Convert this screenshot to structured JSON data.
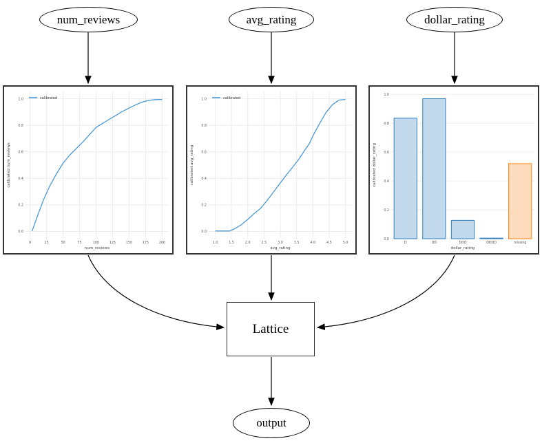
{
  "diagram": {
    "nodes": {
      "num_reviews": {
        "label": "num_reviews"
      },
      "avg_rating": {
        "label": "avg_rating"
      },
      "dollar_rating": {
        "label": "dollar_rating"
      },
      "lattice": {
        "label": "Lattice"
      },
      "output": {
        "label": "output"
      }
    }
  },
  "colors": {
    "line_blue": "#4a98d4",
    "bar_blue_fill": "#c3d9ec",
    "bar_blue_edge": "#2e7ebc",
    "bar_orange_fill": "#fddcbd",
    "bar_orange_edge": "#ff860d",
    "grid": "#ededed",
    "tick_text": "#555555",
    "axis_text": "#444444",
    "edge_black": "#000000"
  },
  "chart_data": [
    {
      "id": "calibration-num-reviews",
      "type": "line",
      "legend_label": "calibrated",
      "xlabel": "num_reviews",
      "ylabel": "calibrated num_reviews",
      "xlim": [
        -7,
        210
      ],
      "ylim": [
        -0.055,
        1.055
      ],
      "xticks": [
        0,
        25,
        50,
        75,
        100,
        125,
        150,
        175,
        200
      ],
      "xtick_labels": [
        "0",
        "25",
        "50",
        "75",
        "100",
        "125",
        "150",
        "175",
        "200"
      ],
      "yticks": [
        0.0,
        0.2,
        0.4,
        0.6,
        0.8,
        1.0
      ],
      "ytick_labels": [
        "0.0",
        "0.2",
        "0.4",
        "0.6",
        "0.8",
        "1.0"
      ],
      "x": [
        3,
        10,
        20,
        30,
        40,
        50,
        60,
        70,
        80,
        90,
        100,
        110,
        120,
        130,
        140,
        150,
        160,
        170,
        180,
        190,
        200
      ],
      "y": [
        0.003,
        0.1,
        0.235,
        0.345,
        0.435,
        0.515,
        0.575,
        0.625,
        0.675,
        0.73,
        0.785,
        0.815,
        0.845,
        0.875,
        0.905,
        0.93,
        0.955,
        0.975,
        0.988,
        0.994,
        0.995
      ],
      "grid": true,
      "legend_position": "upper left"
    },
    {
      "id": "calibration-avg-rating",
      "type": "line",
      "legend_label": "calibrated",
      "xlabel": "avg_rating",
      "ylabel": "calibrated avg_rating",
      "xlim": [
        0.8,
        5.2
      ],
      "ylim": [
        -0.055,
        1.055
      ],
      "xticks": [
        1.0,
        1.5,
        2.0,
        2.5,
        3.0,
        3.5,
        4.0,
        4.5,
        5.0
      ],
      "xtick_labels": [
        "1.0",
        "1.5",
        "2.0",
        "2.5",
        "3.0",
        "3.5",
        "4.0",
        "4.5",
        "5.0"
      ],
      "yticks": [
        0.0,
        0.2,
        0.4,
        0.6,
        0.8,
        1.0
      ],
      "ytick_labels": [
        "0.0",
        "0.2",
        "0.4",
        "0.6",
        "0.8",
        "1.0"
      ],
      "x": [
        1.0,
        1.45,
        1.6,
        1.8,
        2.0,
        2.2,
        2.4,
        2.6,
        2.8,
        3.0,
        3.2,
        3.4,
        3.6,
        3.8,
        3.9,
        4.0,
        4.2,
        4.4,
        4.6,
        4.8,
        5.0
      ],
      "y": [
        0.003,
        0.003,
        0.02,
        0.05,
        0.09,
        0.135,
        0.175,
        0.235,
        0.3,
        0.365,
        0.43,
        0.49,
        0.555,
        0.63,
        0.665,
        0.72,
        0.81,
        0.895,
        0.955,
        0.99,
        0.995
      ],
      "grid": true,
      "legend_position": "upper left"
    },
    {
      "id": "calibration-dollar-rating",
      "type": "bar",
      "xlabel": "dollar_rating",
      "ylabel": "calibrated dollar_rating",
      "xlim": [
        -0.5,
        4.5
      ],
      "ylim": [
        0,
        1.02
      ],
      "categories": [
        "D",
        "DD",
        "DDD",
        "DDDD",
        "missing"
      ],
      "values": [
        0.835,
        0.97,
        0.127,
        0.004,
        0.52
      ],
      "bar_colors": [
        "blue",
        "blue",
        "blue",
        "blue",
        "orange"
      ],
      "bar_width": 0.8,
      "yticks": [
        0.0,
        0.2,
        0.4,
        0.6,
        0.8,
        1.0
      ],
      "ytick_labels": [
        "0.0",
        "0.2",
        "0.4",
        "0.6",
        "0.8",
        "1.0"
      ],
      "grid": true
    }
  ]
}
